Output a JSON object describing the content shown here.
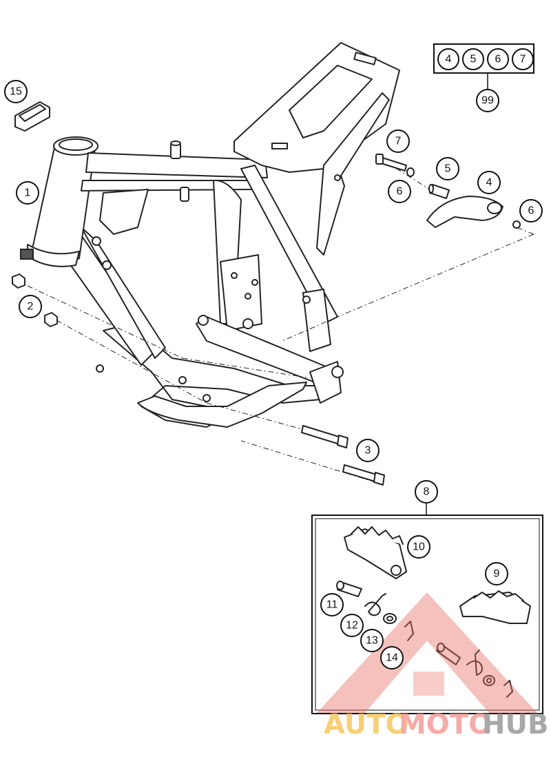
{
  "callouts": {
    "c1": "1",
    "c2": "2",
    "c3": "3",
    "c4": "4",
    "c5": "5",
    "c6a": "6",
    "c6b": "6",
    "c7": "7",
    "c8": "8",
    "c9": "9",
    "c10": "10",
    "c11": "11",
    "c12": "12",
    "c13": "13",
    "c14": "14",
    "c15": "15"
  },
  "kit": {
    "items": [
      "4",
      "5",
      "6",
      "7"
    ],
    "total": "99"
  },
  "watermark": {
    "part1": "AUTO",
    "part2": "MOTO",
    "part3": "HUB",
    "colors": {
      "auto": "#f5c04a",
      "moto": "#f2908a",
      "hub": "#8c8c8c",
      "triangle": "#e86a5f"
    }
  }
}
